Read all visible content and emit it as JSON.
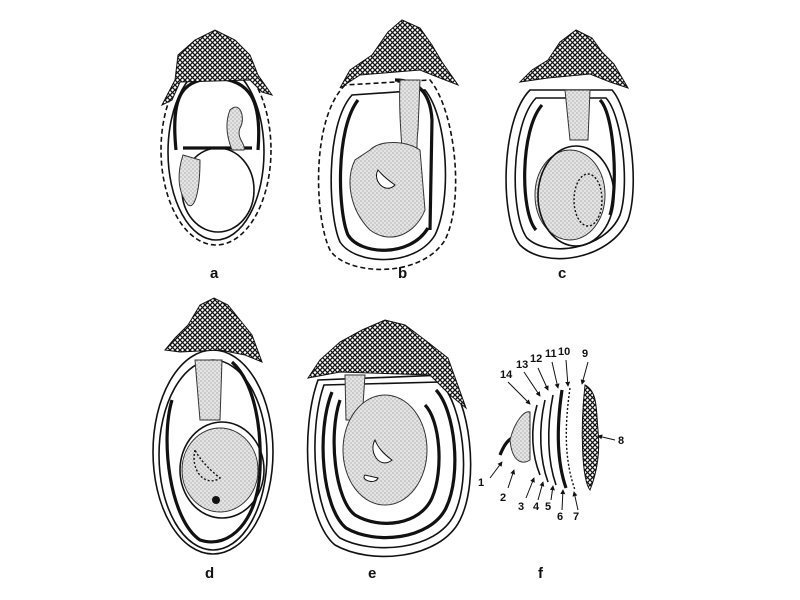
{
  "panels": [
    {
      "id": "a",
      "label": "a"
    },
    {
      "id": "b",
      "label": "b"
    },
    {
      "id": "c",
      "label": "c"
    },
    {
      "id": "d",
      "label": "d"
    },
    {
      "id": "e",
      "label": "e"
    },
    {
      "id": "f",
      "label": "f"
    }
  ],
  "callouts": [
    "1",
    "2",
    "3",
    "4",
    "5",
    "6",
    "7",
    "8",
    "9",
    "10",
    "11",
    "12",
    "13",
    "14"
  ],
  "colors": {
    "ink": "#111111",
    "stipple": "#c8c8c8",
    "paper": "#ffffff"
  }
}
